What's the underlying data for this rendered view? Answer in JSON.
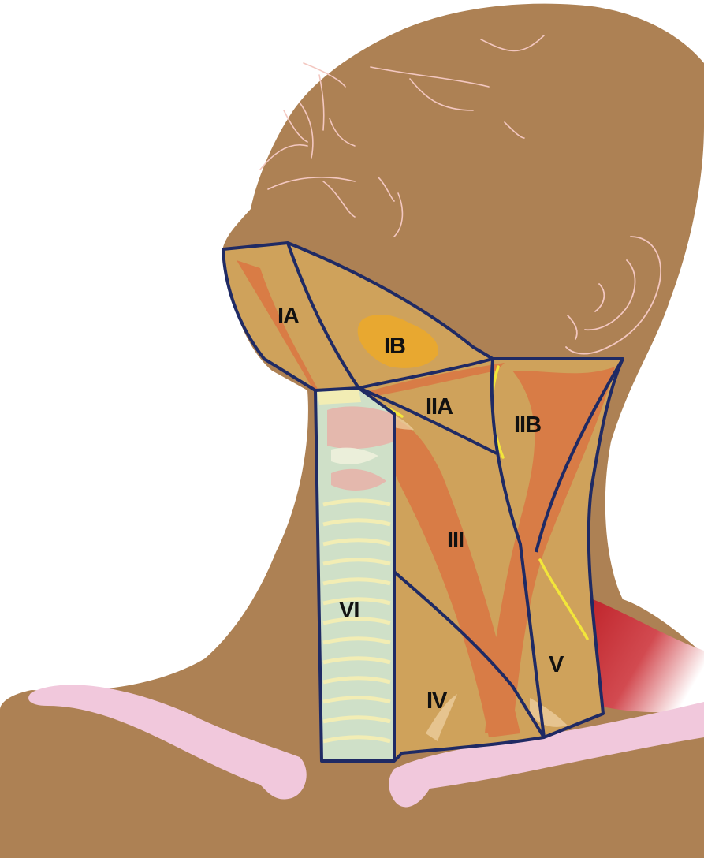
{
  "diagram": {
    "colors": {
      "skin": "#ad8154",
      "zone_fill": "#cfa25b",
      "muscle": "#d97a45",
      "outline": "#1f2a64",
      "bone": "#f1c8dc",
      "nerve": "#f2e63a",
      "trachea": "#cfe0c8",
      "trachea_ring": "#f2edb4",
      "gland": "#e8a830",
      "trapezius_red": "#c0262d"
    },
    "regions": [
      {
        "id": "IA",
        "label": "IA"
      },
      {
        "id": "IB",
        "label": "IB"
      },
      {
        "id": "IIA",
        "label": "IIA"
      },
      {
        "id": "IIB",
        "label": "IIB"
      },
      {
        "id": "III",
        "label": "III"
      },
      {
        "id": "IV",
        "label": "IV"
      },
      {
        "id": "V",
        "label": "V"
      },
      {
        "id": "VI",
        "label": "VI"
      }
    ]
  }
}
